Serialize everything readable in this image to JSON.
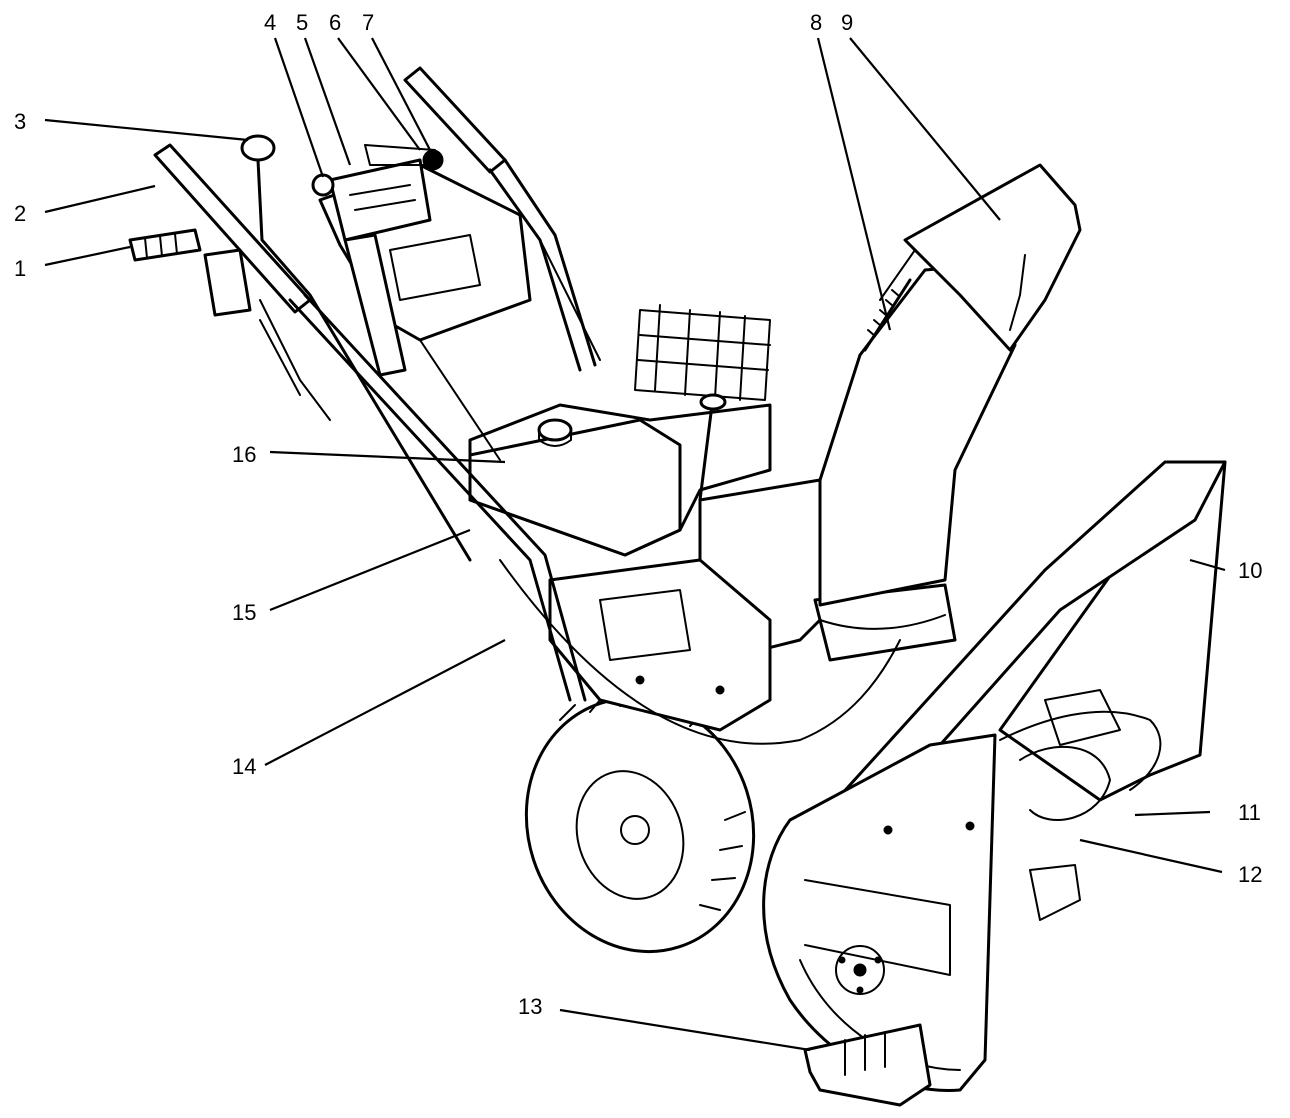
{
  "callouts": [
    {
      "id": "1",
      "text": "1"
    },
    {
      "id": "2",
      "text": "2"
    },
    {
      "id": "3",
      "text": "3"
    },
    {
      "id": "4",
      "text": "4"
    },
    {
      "id": "5",
      "text": "5"
    },
    {
      "id": "6",
      "text": "6"
    },
    {
      "id": "7",
      "text": "7"
    },
    {
      "id": "8",
      "text": "8"
    },
    {
      "id": "9",
      "text": "9"
    },
    {
      "id": "10",
      "text": "10"
    },
    {
      "id": "11",
      "text": "11"
    },
    {
      "id": "12",
      "text": "12"
    },
    {
      "id": "13",
      "text": "13"
    },
    {
      "id": "14",
      "text": "14"
    },
    {
      "id": "15",
      "text": "15"
    },
    {
      "id": "16",
      "text": "16"
    }
  ],
  "colors": {
    "ink": "#000000",
    "paper": "#ffffff"
  }
}
